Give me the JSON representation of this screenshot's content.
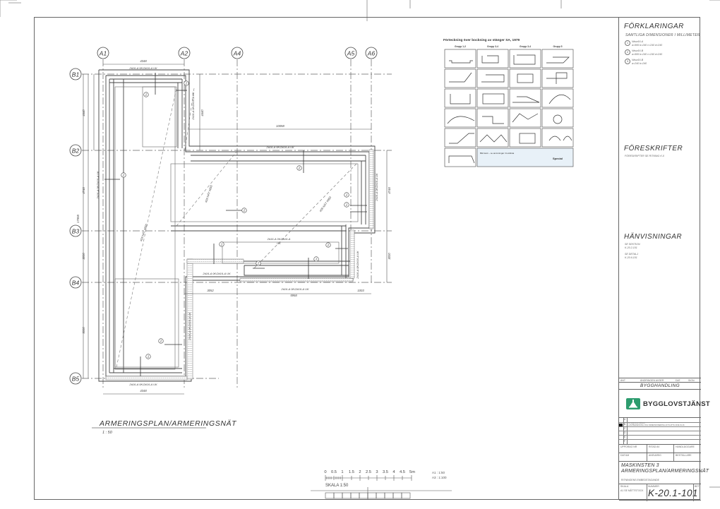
{
  "sheet": {
    "drawing_title": "ARMERINGSPLAN/ARMERINGSNÄT",
    "drawing_scale": "1 : 50"
  },
  "grid": {
    "columns": [
      "A1",
      "A2",
      "A4",
      "A5",
      "A6"
    ],
    "rows": [
      "B1",
      "B2",
      "B3",
      "B4",
      "B5"
    ]
  },
  "dimensions": {
    "top_a1_a2": "4348",
    "b1_b2_left": "4440",
    "b1_b2_right": "4440",
    "b2_b3_left": "4748",
    "overall_left": "17958",
    "b3_b4": "3000",
    "b4_b5": "5000",
    "long_span": "10058",
    "mid_span_1": "3052",
    "mid_span_2": "5958",
    "mid_span_3": "1003",
    "b2_b3_right": "4748",
    "b3_b4_right": "3000",
    "bottom_a1_a2": "4348"
  },
  "rebar_labels": {
    "top_b1": "2#16-A 0K/2#16-A UK",
    "right_a2_b1b2": "2#16-A 0K/2#16-A UK",
    "top_b2": "2#16-A 0K/2#16-A UK",
    "left_b2b3": "2#16-A 0K/2#16-A UK",
    "right_a6": "2#16-A 0K/2#16-A UK",
    "center_b3": "2#16-A 0K/2#16-A",
    "center_b3_sub": "UK",
    "b4_short": "2#16-A 0K/2#16-A UK",
    "b4_long": "2#16-A 0K/2#16-A UK",
    "left_b4b5": "2#16-A 0K/2#16-A UK",
    "right_b3b4": "2#16-A 0K/2#16-A UK",
    "bottom_b5": "2#16-A 0K/2#16-A UK",
    "diag_1": "#09 NÄT #850",
    "diag_2": "#09 NÄT #850",
    "diag_3": "#09 NÄT #850"
  },
  "markers": [
    "1",
    "2",
    "3"
  ],
  "bending_table": {
    "title": "Förteckning över bockning av stänger SA, 1979",
    "groups": [
      "Grupp 1-2",
      "Grupp 3-4",
      "Grupp 3-4",
      "Grupp 5"
    ],
    "special_label": "Special",
    "note": "Bild kant – se anvisningar i bocklista"
  },
  "right_panel": {
    "legend_title": "FÖRKLARINGAR",
    "legend_subtitle": "SAMTLIGA DIMENSIONER I MILLIMETER",
    "legend_items": [
      {
        "num": "1",
        "line1": "Nk≤ø16-A",
        "line2": "a=995 b=240 c=240 d=240"
      },
      {
        "num": "2",
        "line1": "Nk≤ø16-B",
        "line2": "a=995 b=240 c=240 d=240"
      },
      {
        "num": "3",
        "line1": "Nk≤ø16-B",
        "line2": "a=240 b=240"
      }
    ],
    "rules_title": "FÖRESKRIFTER",
    "rules_text": "FÖRESKRIFTER SE RITNING K-0",
    "refs_title": "HÄNVISNINGAR",
    "refs": [
      {
        "label": "SE SEKTION",
        "value": "K-20.2-101"
      },
      {
        "label": "SE DETALJ",
        "value": "K-20.6-101"
      }
    ]
  },
  "title_block": {
    "rev_headers": [
      "ÄNT",
      "ÄNDRINGEN AVSER",
      "DAT.",
      "SIGN."
    ],
    "status": "BYGGHANDLING",
    "company": "BYGGLOVSTJÄNST",
    "revision_rows": [
      "A",
      "B",
      "C",
      "D",
      "E",
      "F"
    ],
    "revision_note_1": "BYGGLOVSTJÄNST",
    "revision_note_2": "LASTBERÄKNING OCH DIMENSIONERING AV PLATTA 2019-01-01",
    "field_labels": [
      "UPPDRAG NR",
      "RITAD AV",
      "HANDLÄGGARE",
      "DATUM",
      "ANSVARIG",
      "BESTÄLLARE"
    ],
    "project": "MASKINSTEN 3",
    "sheet_subject": "ARMERINGSPLAN/ARMERINGSNÄT",
    "sub_caption": "RITNINGENS EMBEDSTAGANDE",
    "scale_label": "SKALA",
    "scale_value": "A1 SE MÅTTSTOCK",
    "number_label": "NUMMER",
    "drawing_number": "K-20.1-101",
    "rev_label": "BET",
    "rev_value": "-"
  },
  "scale_bar": {
    "ticks": [
      "0",
      "0.5",
      "1",
      "1.5",
      "2",
      "2.5",
      "3",
      "3.5",
      "4",
      "4.5",
      "5m"
    ],
    "label": "SKALA 1:50",
    "paper_a1": "A1 : 1:50",
    "paper_a3": "A3 : 1:100"
  },
  "colors": {
    "line": "#555555",
    "frame": "#666666",
    "brand_green": "#2d9c6e"
  }
}
